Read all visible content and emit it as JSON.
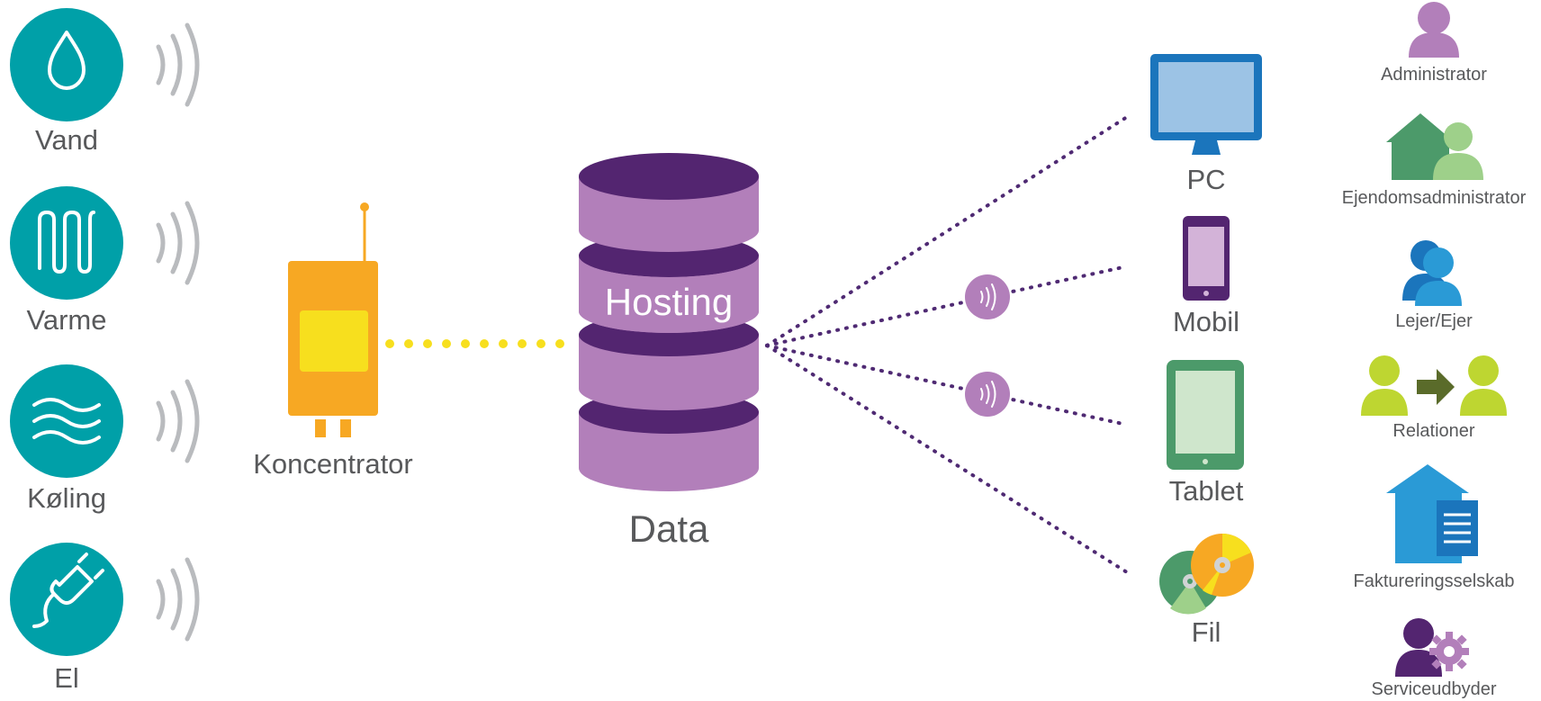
{
  "sensors": [
    {
      "label": "Vand",
      "icon": "water-drop-icon"
    },
    {
      "label": "Varme",
      "icon": "heating-coil-icon"
    },
    {
      "label": "Køling",
      "icon": "cooling-waves-icon"
    },
    {
      "label": "El",
      "icon": "power-plug-icon"
    }
  ],
  "concentrator": {
    "label": "Koncentrator",
    "icon": "concentrator-device-icon"
  },
  "database": {
    "inner_label": "Hosting",
    "label": "Data",
    "icon": "database-icon"
  },
  "devices": [
    {
      "label": "PC",
      "icon": "monitor-icon"
    },
    {
      "label": "Mobil",
      "icon": "mobile-phone-icon"
    },
    {
      "label": "Tablet",
      "icon": "tablet-icon"
    },
    {
      "label": "Fil",
      "icon": "disc-file-icon"
    }
  ],
  "roles": [
    {
      "label": "Administrator",
      "icon": "administrator-person-icon"
    },
    {
      "label": "Ejendomsadministrator",
      "icon": "property-admin-icon"
    },
    {
      "label": "Lejer/Ejer",
      "icon": "tenant-owner-icon"
    },
    {
      "label": "Relationer",
      "icon": "relations-icon"
    },
    {
      "label": "Faktureringsselskab",
      "icon": "billing-company-icon"
    },
    {
      "label": "Serviceudbyder",
      "icon": "service-provider-icon"
    }
  ],
  "colors": {
    "teal": "#00a0a8",
    "wave_gray": "#b9bbbe",
    "orange": "#f7a823",
    "yellow": "#f7df1e",
    "db_dark": "#532570",
    "db_light": "#b27fba",
    "link_purple": "#4f2a73",
    "signal_purple": "#b27fba",
    "label_gray": "#58595b"
  }
}
